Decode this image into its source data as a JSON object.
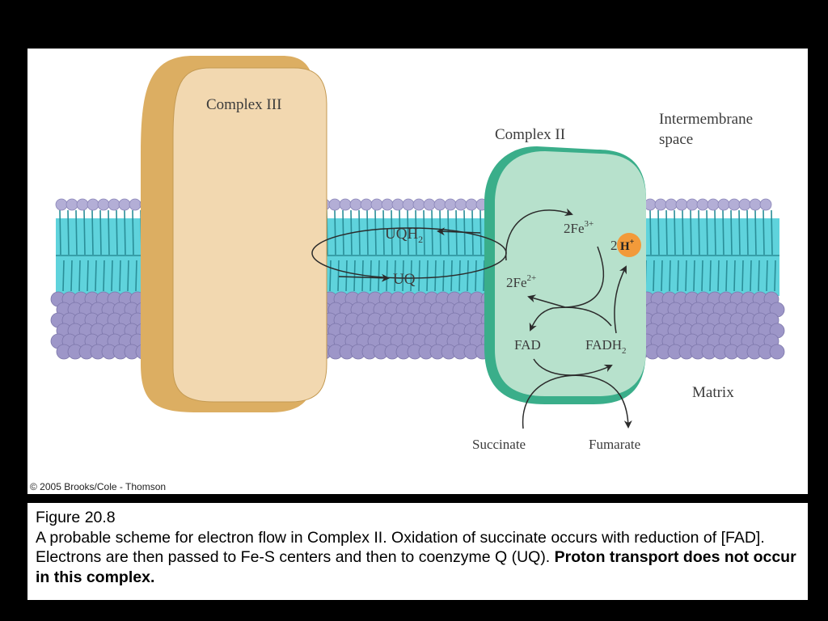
{
  "diagram": {
    "labels": {
      "complex_iii": "Complex III",
      "complex_ii": "Complex II",
      "intermembrane_line1": "Intermembrane",
      "intermembrane_line2": "space",
      "matrix": "Matrix",
      "uqh2": "UQH",
      "uqh2_sub": "2",
      "uq": "UQ",
      "fe3": "2Fe",
      "fe3_sup": "3+",
      "fe2": "2Fe",
      "fe2_sup": "2+",
      "proton_coef": "2",
      "proton": "H",
      "proton_sup": "+",
      "fad": "FAD",
      "fadh2": "FADH",
      "fadh2_sub": "2",
      "succinate": "Succinate",
      "fumarate": "Fumarate"
    },
    "copyright": "© 2005 Brooks/Cole - Thomson",
    "colors": {
      "complex_iii_face": "#f2d8b0",
      "complex_iii_side": "#dcae62",
      "complex_ii_face": "#b7e1cc",
      "complex_ii_side": "#3aae8a",
      "membrane_core": "#5fd3dc",
      "head_top": "#b3aed6",
      "head_bottom": "#9d96c8",
      "tail": "#2a8e98",
      "proton": "#f29a3a"
    }
  },
  "caption": {
    "figure_number": "Figure 20.8",
    "text": "A probable scheme for electron flow in Complex II. Oxidation of succinate occurs with reduction of [FAD].  Electrons are then passed to Fe-S centers and then to coenzyme Q (UQ).",
    "bold_text": "Proton transport does not occur in this complex."
  }
}
